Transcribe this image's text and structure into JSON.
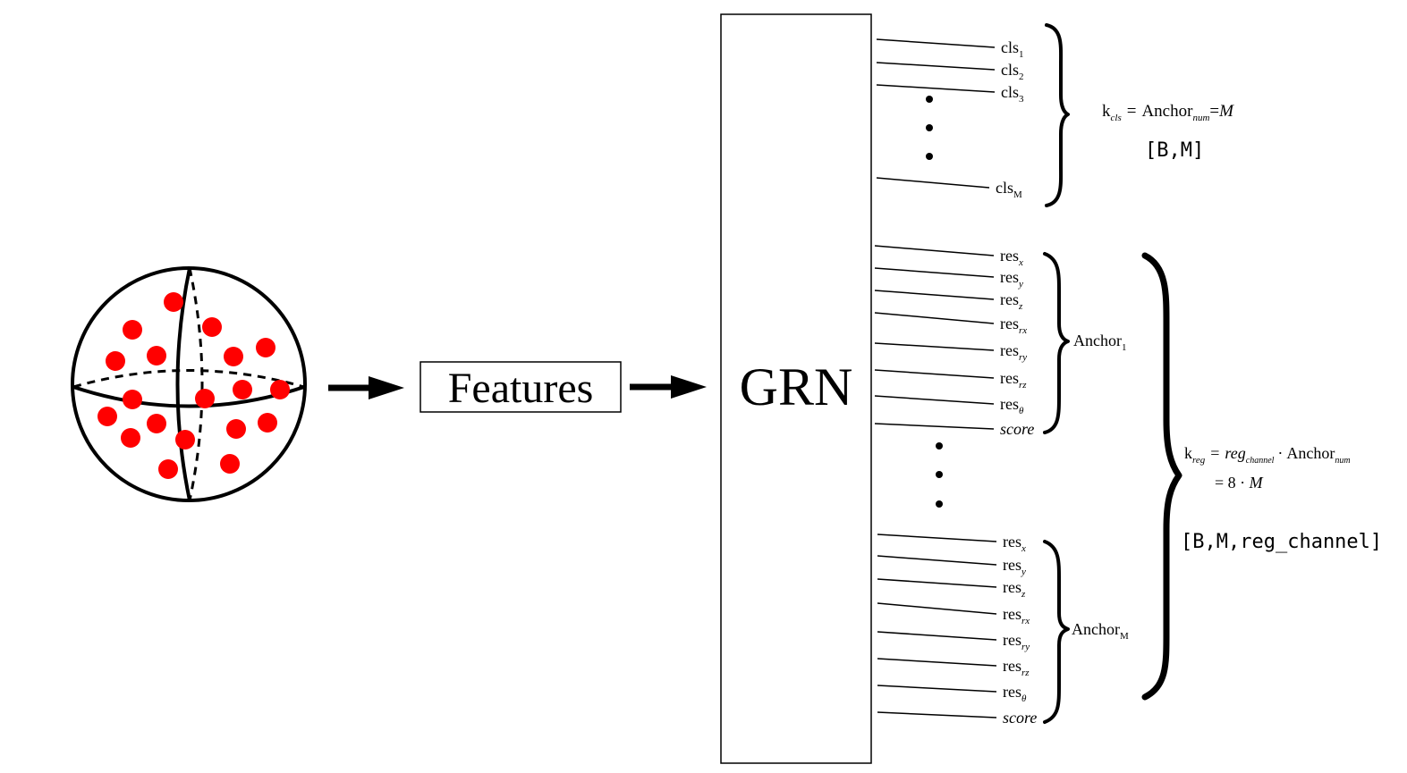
{
  "input": {
    "icon": "point-cloud-sphere-icon",
    "point_color": "#ff0000"
  },
  "features_label": "Features",
  "grn_label": "GRN",
  "cls_outputs": [
    {
      "base": "cls",
      "sub": "1"
    },
    {
      "base": "cls",
      "sub": "2"
    },
    {
      "base": "cls",
      "sub": "3"
    },
    {
      "base": "cls",
      "sub": "M"
    }
  ],
  "anchor_outputs": [
    {
      "base": "res",
      "sub": "x",
      "italic": false
    },
    {
      "base": "res",
      "sub": "y",
      "italic": false
    },
    {
      "base": "res",
      "sub": "z",
      "italic": false
    },
    {
      "base": "res",
      "sub": "rx",
      "italic": false
    },
    {
      "base": "res",
      "sub": "ry",
      "italic": false
    },
    {
      "base": "res",
      "sub": "rz",
      "italic": false
    },
    {
      "base": "res",
      "sub": "θ",
      "italic": false
    },
    {
      "base": "score",
      "sub": "",
      "italic": true
    }
  ],
  "anchors": [
    {
      "base": "Anchor",
      "sub": "1"
    },
    {
      "base": "Anchor",
      "sub": "M"
    }
  ],
  "k_cls": {
    "k": "k",
    "k_sub": "cls",
    "eq1": "=",
    "anchor": "Anchor",
    "anchor_sub": "num",
    "eq2": "=",
    "m": "M",
    "shape": "[B,M]"
  },
  "k_reg": {
    "k": "k",
    "k_sub": "reg",
    "eq1": "=",
    "reg": "reg",
    "reg_sub": "channel",
    "dot": "·",
    "anchor": "Anchor",
    "anchor_sub": "num",
    "line2": "= 8 · ",
    "m": "M",
    "shape": "[B,M,reg_channel]"
  }
}
